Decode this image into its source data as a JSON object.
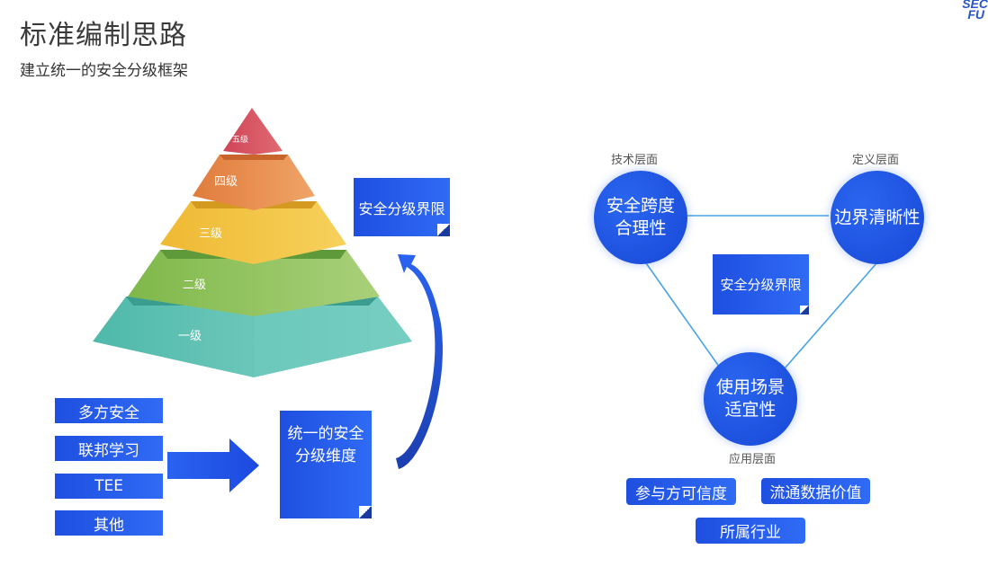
{
  "header": {
    "title": "标准编制思路",
    "subtitle": "建立统一的安全分级框架",
    "logo_line1": "SEC",
    "logo_line2": "FU"
  },
  "pyramid": {
    "levels": [
      {
        "label": "五级",
        "color": "#d9505f"
      },
      {
        "label": "四级",
        "color": "#e8894a"
      },
      {
        "label": "三级",
        "color": "#f1c343"
      },
      {
        "label": "二级",
        "color": "#8fc25a"
      },
      {
        "label": "一级",
        "color": "#5cc3b5"
      }
    ]
  },
  "left_diagram": {
    "boundary_box": "安全分级界限",
    "sources": [
      "多方安全",
      "联邦学习",
      "TEE",
      "其他"
    ],
    "unified_box": "统一的安全分级维度"
  },
  "right_diagram": {
    "center_box": "安全分级界限",
    "nodes": [
      {
        "label": "安全跨度合理性",
        "line1": "安全跨度",
        "line2": "合理性",
        "layer": "技术层面"
      },
      {
        "label": "边界清晰性",
        "line1": "边界清晰性",
        "line2": "",
        "layer": "定义层面"
      },
      {
        "label": "使用场景适宜性",
        "line1": "使用场景",
        "line2": "适宜性",
        "layer": "应用层面"
      }
    ],
    "factors": [
      "参与方可信度",
      "流通数据价值",
      "所属行业"
    ]
  },
  "colors": {
    "primary_blue": "#1f4fe0",
    "line_blue": "#4aa3e8"
  }
}
